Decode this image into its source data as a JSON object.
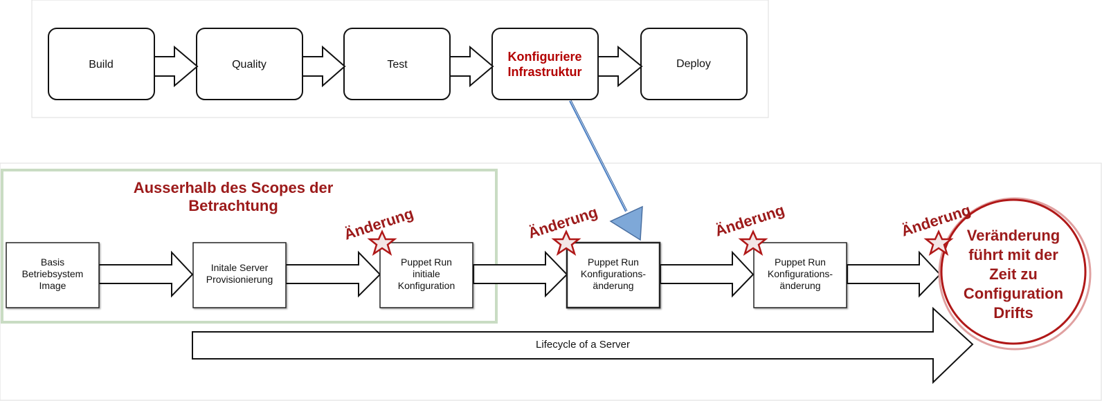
{
  "pipeline": {
    "steps": [
      {
        "label": "Build"
      },
      {
        "label": "Quality"
      },
      {
        "label": "Test"
      },
      {
        "label_line1": "Konfiguriere",
        "label_line2": "Infrastruktur",
        "highlight": true
      },
      {
        "label": "Deploy"
      }
    ]
  },
  "scope": {
    "title_line1": "Ausserhalb des Scopes der",
    "title_line2": "Betrachtung"
  },
  "lifecycle": {
    "nodes": [
      {
        "line1": "Basis",
        "line2": "Betriebsystem",
        "line3": "Image"
      },
      {
        "line1": "Initale Server",
        "line2": "Provisionierung"
      },
      {
        "line1": "Puppet Run",
        "line2": "initiale",
        "line3": "Konfiguration"
      },
      {
        "line1": "Puppet Run",
        "line2": "Konfigurations-",
        "line3": "änderung"
      },
      {
        "line1": "Puppet Run",
        "line2": "Konfigurations-",
        "line3": "änderung"
      }
    ],
    "change_label": "Änderung",
    "arrow_label": "Lifecycle of a Server"
  },
  "drift": {
    "line1": "Veränderung",
    "line2": "führt mit der",
    "line3": "Zeit zu",
    "line4": "Configuration",
    "line5": "Drifts"
  },
  "colors": {
    "accent_red": "#b30000",
    "dark_red": "#9c1a1a",
    "scope_border": "#c9dcc3",
    "connector_blue": "#4a7fc4",
    "connector_fill": "#7ea8d8"
  }
}
